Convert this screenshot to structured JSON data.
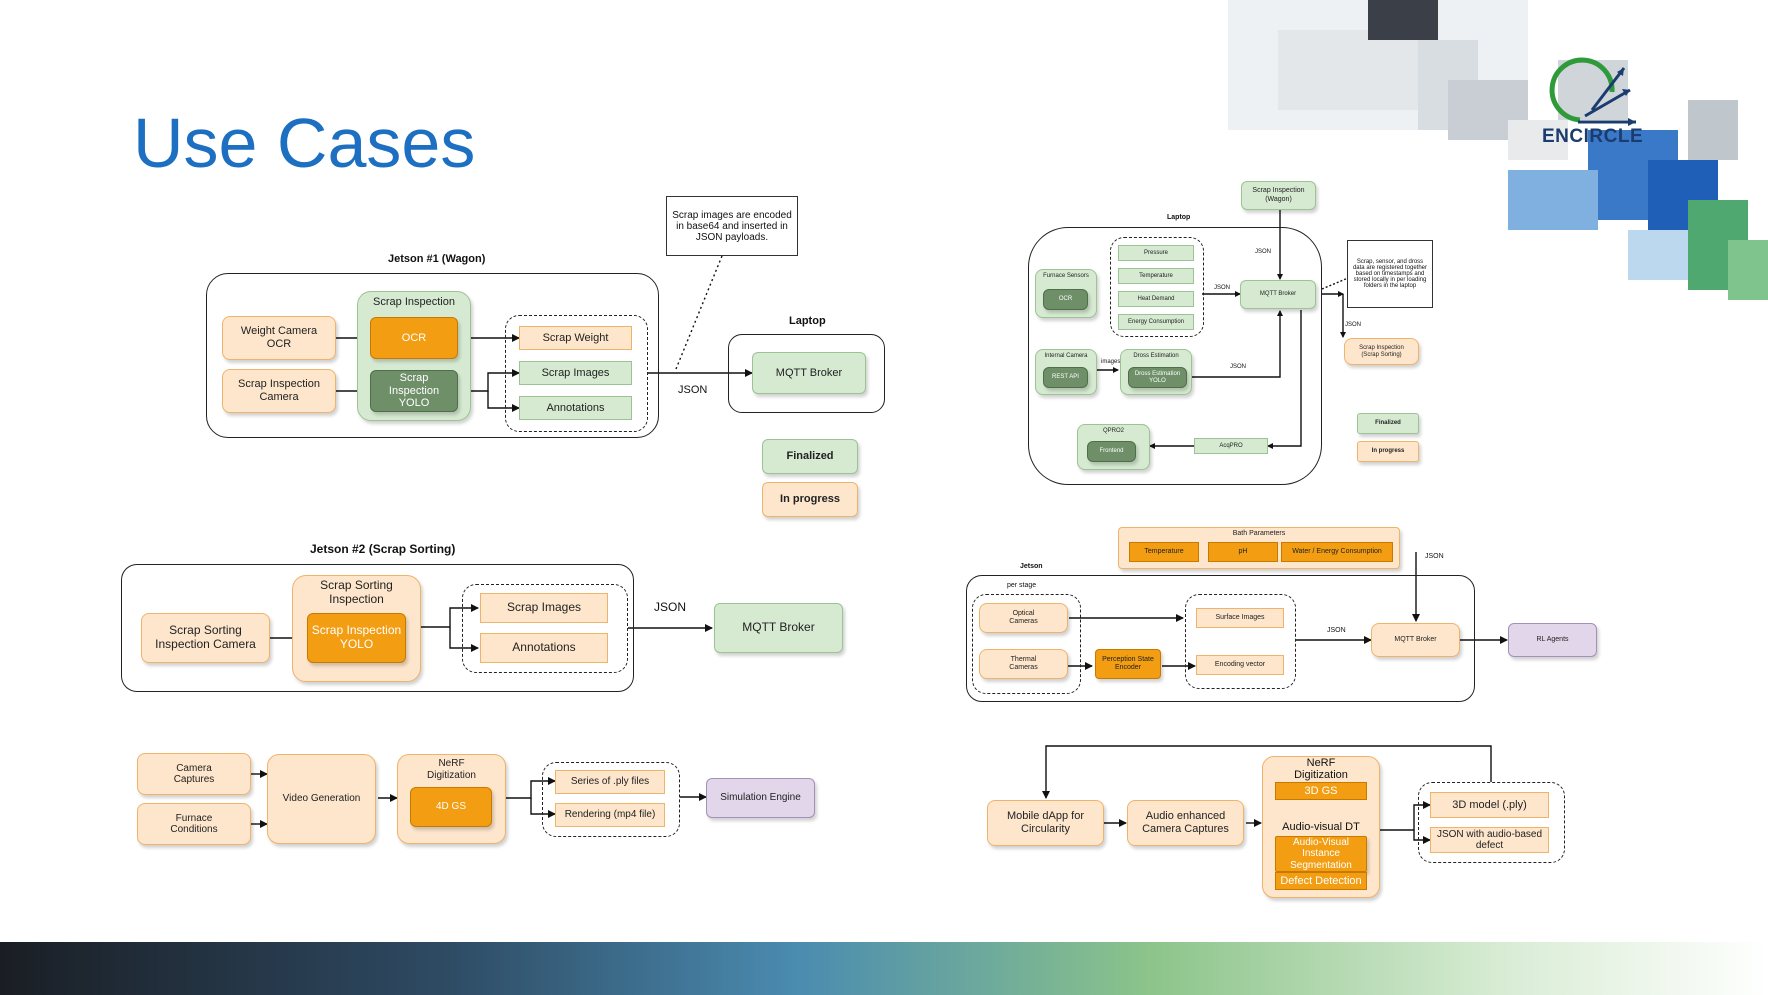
{
  "slide": {
    "title": "Use Cases",
    "logo_text": "ENCIRCLE"
  },
  "legend_left": {
    "finalized": "Finalized",
    "in_progress": "In progress"
  },
  "legend_right": {
    "finalized": "Finalized",
    "in_progress": "In progress"
  },
  "d1": {
    "container_title": "Jetson #1 (Wagon)",
    "weight_camera": "Weight Camera OCR",
    "scrap_camera": "Scrap Inspection Camera",
    "scrap_inspection": "Scrap Inspection",
    "ocr": "OCR",
    "yolo": "Scrap Inspection YOLO",
    "out_weight": "Scrap Weight",
    "out_images": "Scrap Images",
    "out_annotations": "Annotations",
    "json": "JSON",
    "laptop": "Laptop",
    "broker": "MQTT Broker",
    "note": "Scrap images are encoded in base64 and inserted in JSON payloads."
  },
  "d2": {
    "container_title": "Jetson #2 (Scrap Sorting)",
    "camera": "Scrap Sorting Inspection Camera",
    "inspection": "Scrap Sorting Inspection",
    "yolo": "Scrap Inspection YOLO",
    "out_images": "Scrap Images",
    "out_annotations": "Annotations",
    "json": "JSON",
    "broker": "MQTT Broker"
  },
  "d3": {
    "camera_captures": "Camera Captures",
    "furnace_conditions": "Furnace Conditions",
    "video_generation": "Video Generation",
    "nerf": "NeRF Digitization",
    "gs": "4D GS",
    "out_ply": "Series of .ply files",
    "out_render": "Rendering (mp4 file)",
    "sim_engine": "Simulation Engine"
  },
  "d4": {
    "wagon_top": "Scrap Inspection (Wagon)",
    "laptop": "Laptop",
    "furnace_sensors": "Furnace Sensors",
    "ocr": "OCR",
    "pressure": "Pressure",
    "temperature": "Temperature",
    "heat_demand": "Heat Demand",
    "energy": "Energy Consumption",
    "json_a": "JSON",
    "json_b": "JSON",
    "json_c": "JSON",
    "json_d": "JSON",
    "broker": "MQTT Broker",
    "internal_camera": "Internal Camera",
    "rest_api": "REST API",
    "images": "images",
    "dross": "Dross Estimation",
    "dross_yolo": "Dross Estimation YOLO",
    "qpro2": "QPRO2",
    "frontend": "Frontend",
    "acqpro": "AcqPRO",
    "scrap_sorting": "Scrap Inspection (Scrap Sorting)",
    "note": "Scrap, sensor, and dross data are registered together based on timestamps and stored locally in per loading folders in the laptop"
  },
  "d5": {
    "bath": "Bath Parameters",
    "temperature": "Temperature",
    "ph": "pH",
    "water": "Water / Energy Consumption",
    "json_top": "JSON",
    "jetson": "Jetson",
    "per_stage": "per stage",
    "optical": "Optical Cameras",
    "thermal": "Thermal Cameras",
    "encoder": "Perception State Encoder",
    "surface": "Surface Images",
    "encoding": "Encoding vector",
    "json": "JSON",
    "broker": "MQTT Broker",
    "rl": "RL Agents"
  },
  "d6": {
    "dapp": "Mobile dApp for Circularity",
    "audio_cam": "Audio enhanced Camera Captures",
    "nerf": "NeRF Digitization",
    "gs": "3D GS",
    "av_dt": "Audio-visual DT",
    "av_seg": "Audio-Visual Instance Segmentation",
    "defect": "Defect Detection",
    "out_model": "3D model (.ply)",
    "out_json": "JSON with audio-based defect"
  }
}
